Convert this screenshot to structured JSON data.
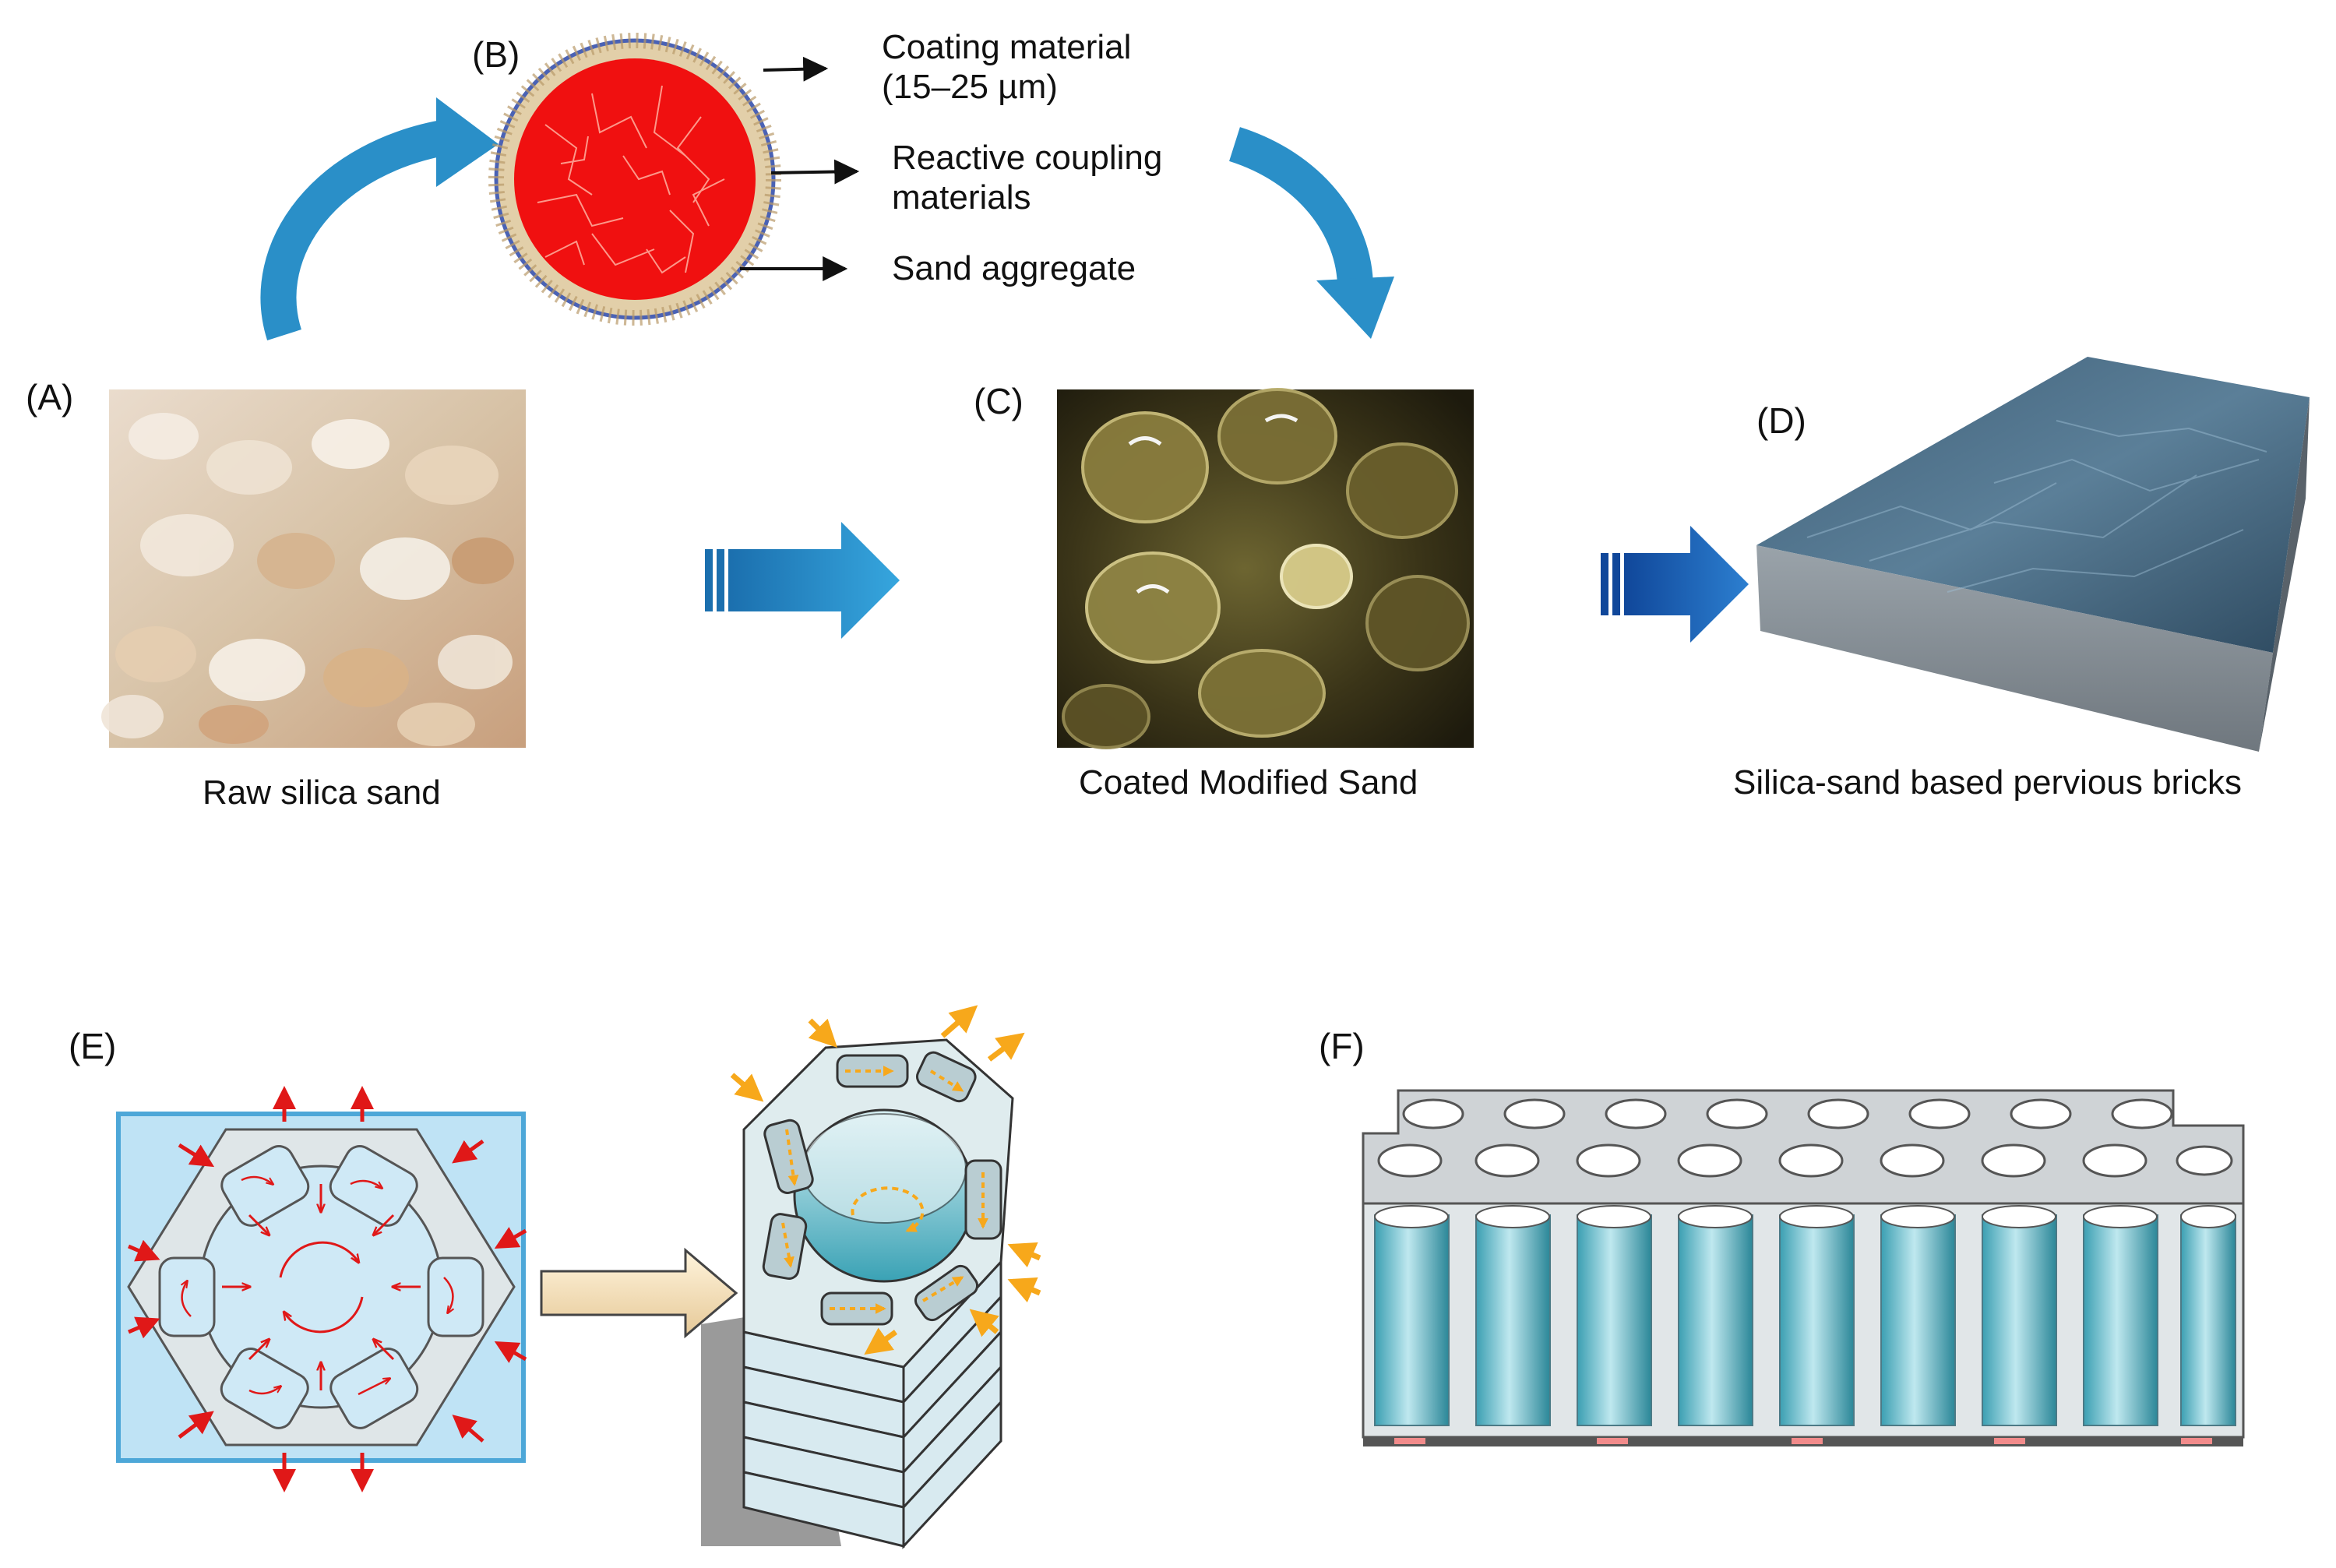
{
  "panels": {
    "a": {
      "label": "(A)",
      "caption": "Raw silica sand"
    },
    "b": {
      "label": "(B)",
      "parts": [
        {
          "line1": "Coating material",
          "line2": "(15–25 µm)"
        },
        {
          "line1": "Reactive coupling",
          "line2": "materials"
        },
        {
          "line1": "Sand aggregate",
          "line2": ""
        }
      ]
    },
    "c": {
      "label": "(C)",
      "caption": "Coated Modified Sand"
    },
    "d": {
      "label": "(D)",
      "caption": "Silica-sand  based pervious bricks"
    },
    "e": {
      "label": "(E)"
    },
    "f": {
      "label": "(F)"
    }
  },
  "colors": {
    "arrow_blue": "#2a8fc8",
    "arrow_dark_blue": "#1f64b6",
    "sand_core": "#f01010",
    "flow_red": "#e01818",
    "flow_orange": "#f7a81b",
    "pale_blue": "#bfe3f5",
    "tube_teal": "#2b8fa0"
  }
}
